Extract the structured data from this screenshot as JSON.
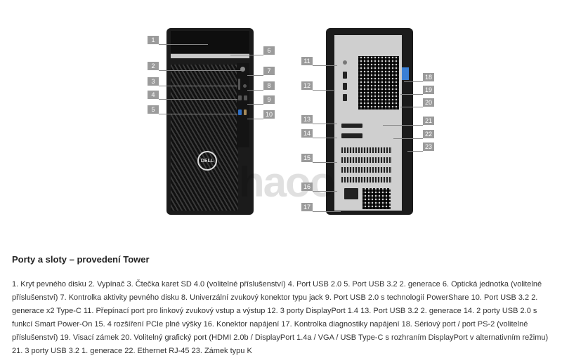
{
  "front_labels": [
    "1",
    "2",
    "3",
    "4",
    "5",
    "6",
    "7",
    "8",
    "9",
    "10"
  ],
  "back_labels": [
    "11",
    "12",
    "13",
    "14",
    "15",
    "16",
    "17",
    "18",
    "19",
    "20",
    "21",
    "22",
    "23"
  ],
  "logo_text": "DELL",
  "watermark": "haoo",
  "section": {
    "title": "Porty a sloty – provedení Tower",
    "description": "1. Kryt pevného disku 2. Vypínač 3. Čtečka karet SD 4.0 (volitelné příslušenství) 4. Port USB 2.0 5. Port USB 3.2 2. generace 6. Optická jednotka (volitelné příslušenství) 7. Kontrolka aktivity pevného disku 8. Univerzální zvukový konektor typu jack 9. Port USB 2.0 s technologií PowerShare 10. Port USB 3.2 2. generace x2 Type-C 11. Přepínací port pro linkový zvukový vstup a výstup 12. 3 porty DisplayPort 1.4 13. Port USB 3.2 2. generace 14. 2 porty USB 2.0 s funkcí Smart Power-On 15. 4 rozšíření PCIe plné výšky 16. Konektor napájení 17. Kontrolka diagnostiky napájení 18. Sériový port / port PS-2 (volitelné příslušenství) 19. Visací zámek 20. Volitelný grafický port (HDMI 2.0b / DisplayPort 1.4a / VGA / USB Type-C s rozhraním DisplayPort v alternativním režimu) 21. 3 porty USB 3.2 1. generace 22. Ethernet RJ-45 23. Zámek typu K"
  }
}
